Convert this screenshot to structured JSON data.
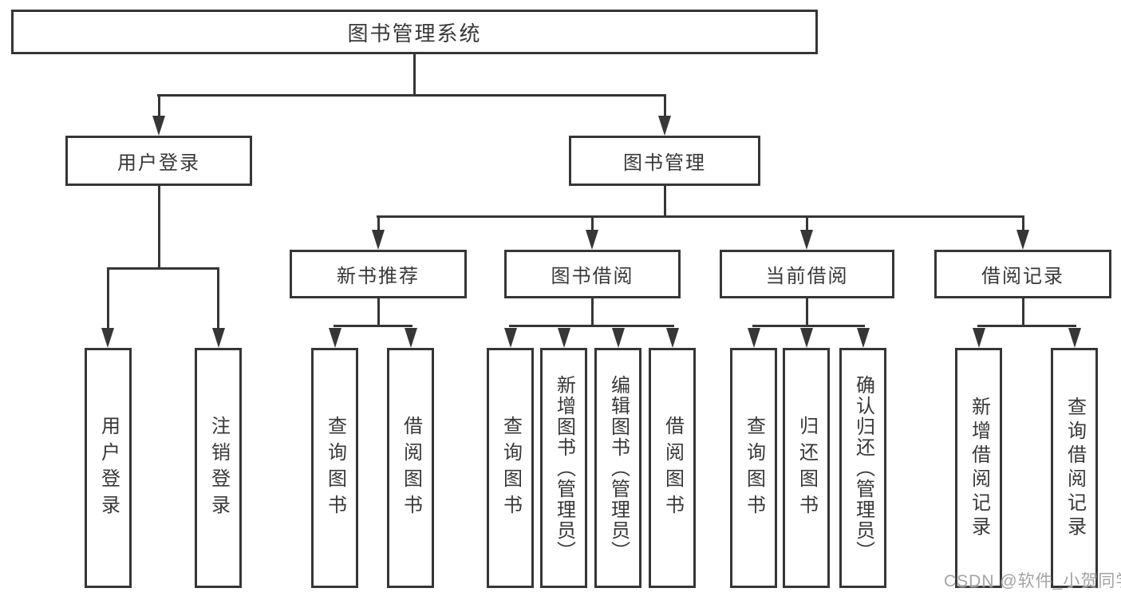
{
  "colors": {
    "line": "#363636",
    "text": "#383838",
    "watermark": "#a3a3a3"
  },
  "watermark": "CSDN @软件_小贺同学",
  "tree": {
    "label": "图书管理系统",
    "children": [
      {
        "label": "用户登录",
        "children": [
          {
            "label": "用户登录"
          },
          {
            "label": "注销登录"
          }
        ]
      },
      {
        "label": "图书管理",
        "children": [
          {
            "label": "新书推荐",
            "children": [
              {
                "label": "查询图书"
              },
              {
                "label": "借阅图书"
              }
            ]
          },
          {
            "label": "图书借阅",
            "children": [
              {
                "label": "查询图书"
              },
              {
                "label": "新增图书（管理员）"
              },
              {
                "label": "编辑图书（管理员）"
              },
              {
                "label": "借阅图书"
              }
            ]
          },
          {
            "label": "当前借阅",
            "children": [
              {
                "label": "查询图书"
              },
              {
                "label": "归还图书"
              },
              {
                "label": "确认归还（管理员）"
              }
            ]
          },
          {
            "label": "借阅记录",
            "children": [
              {
                "label": "新增借阅记录"
              },
              {
                "label": "查询借阅记录"
              }
            ]
          }
        ]
      }
    ]
  }
}
